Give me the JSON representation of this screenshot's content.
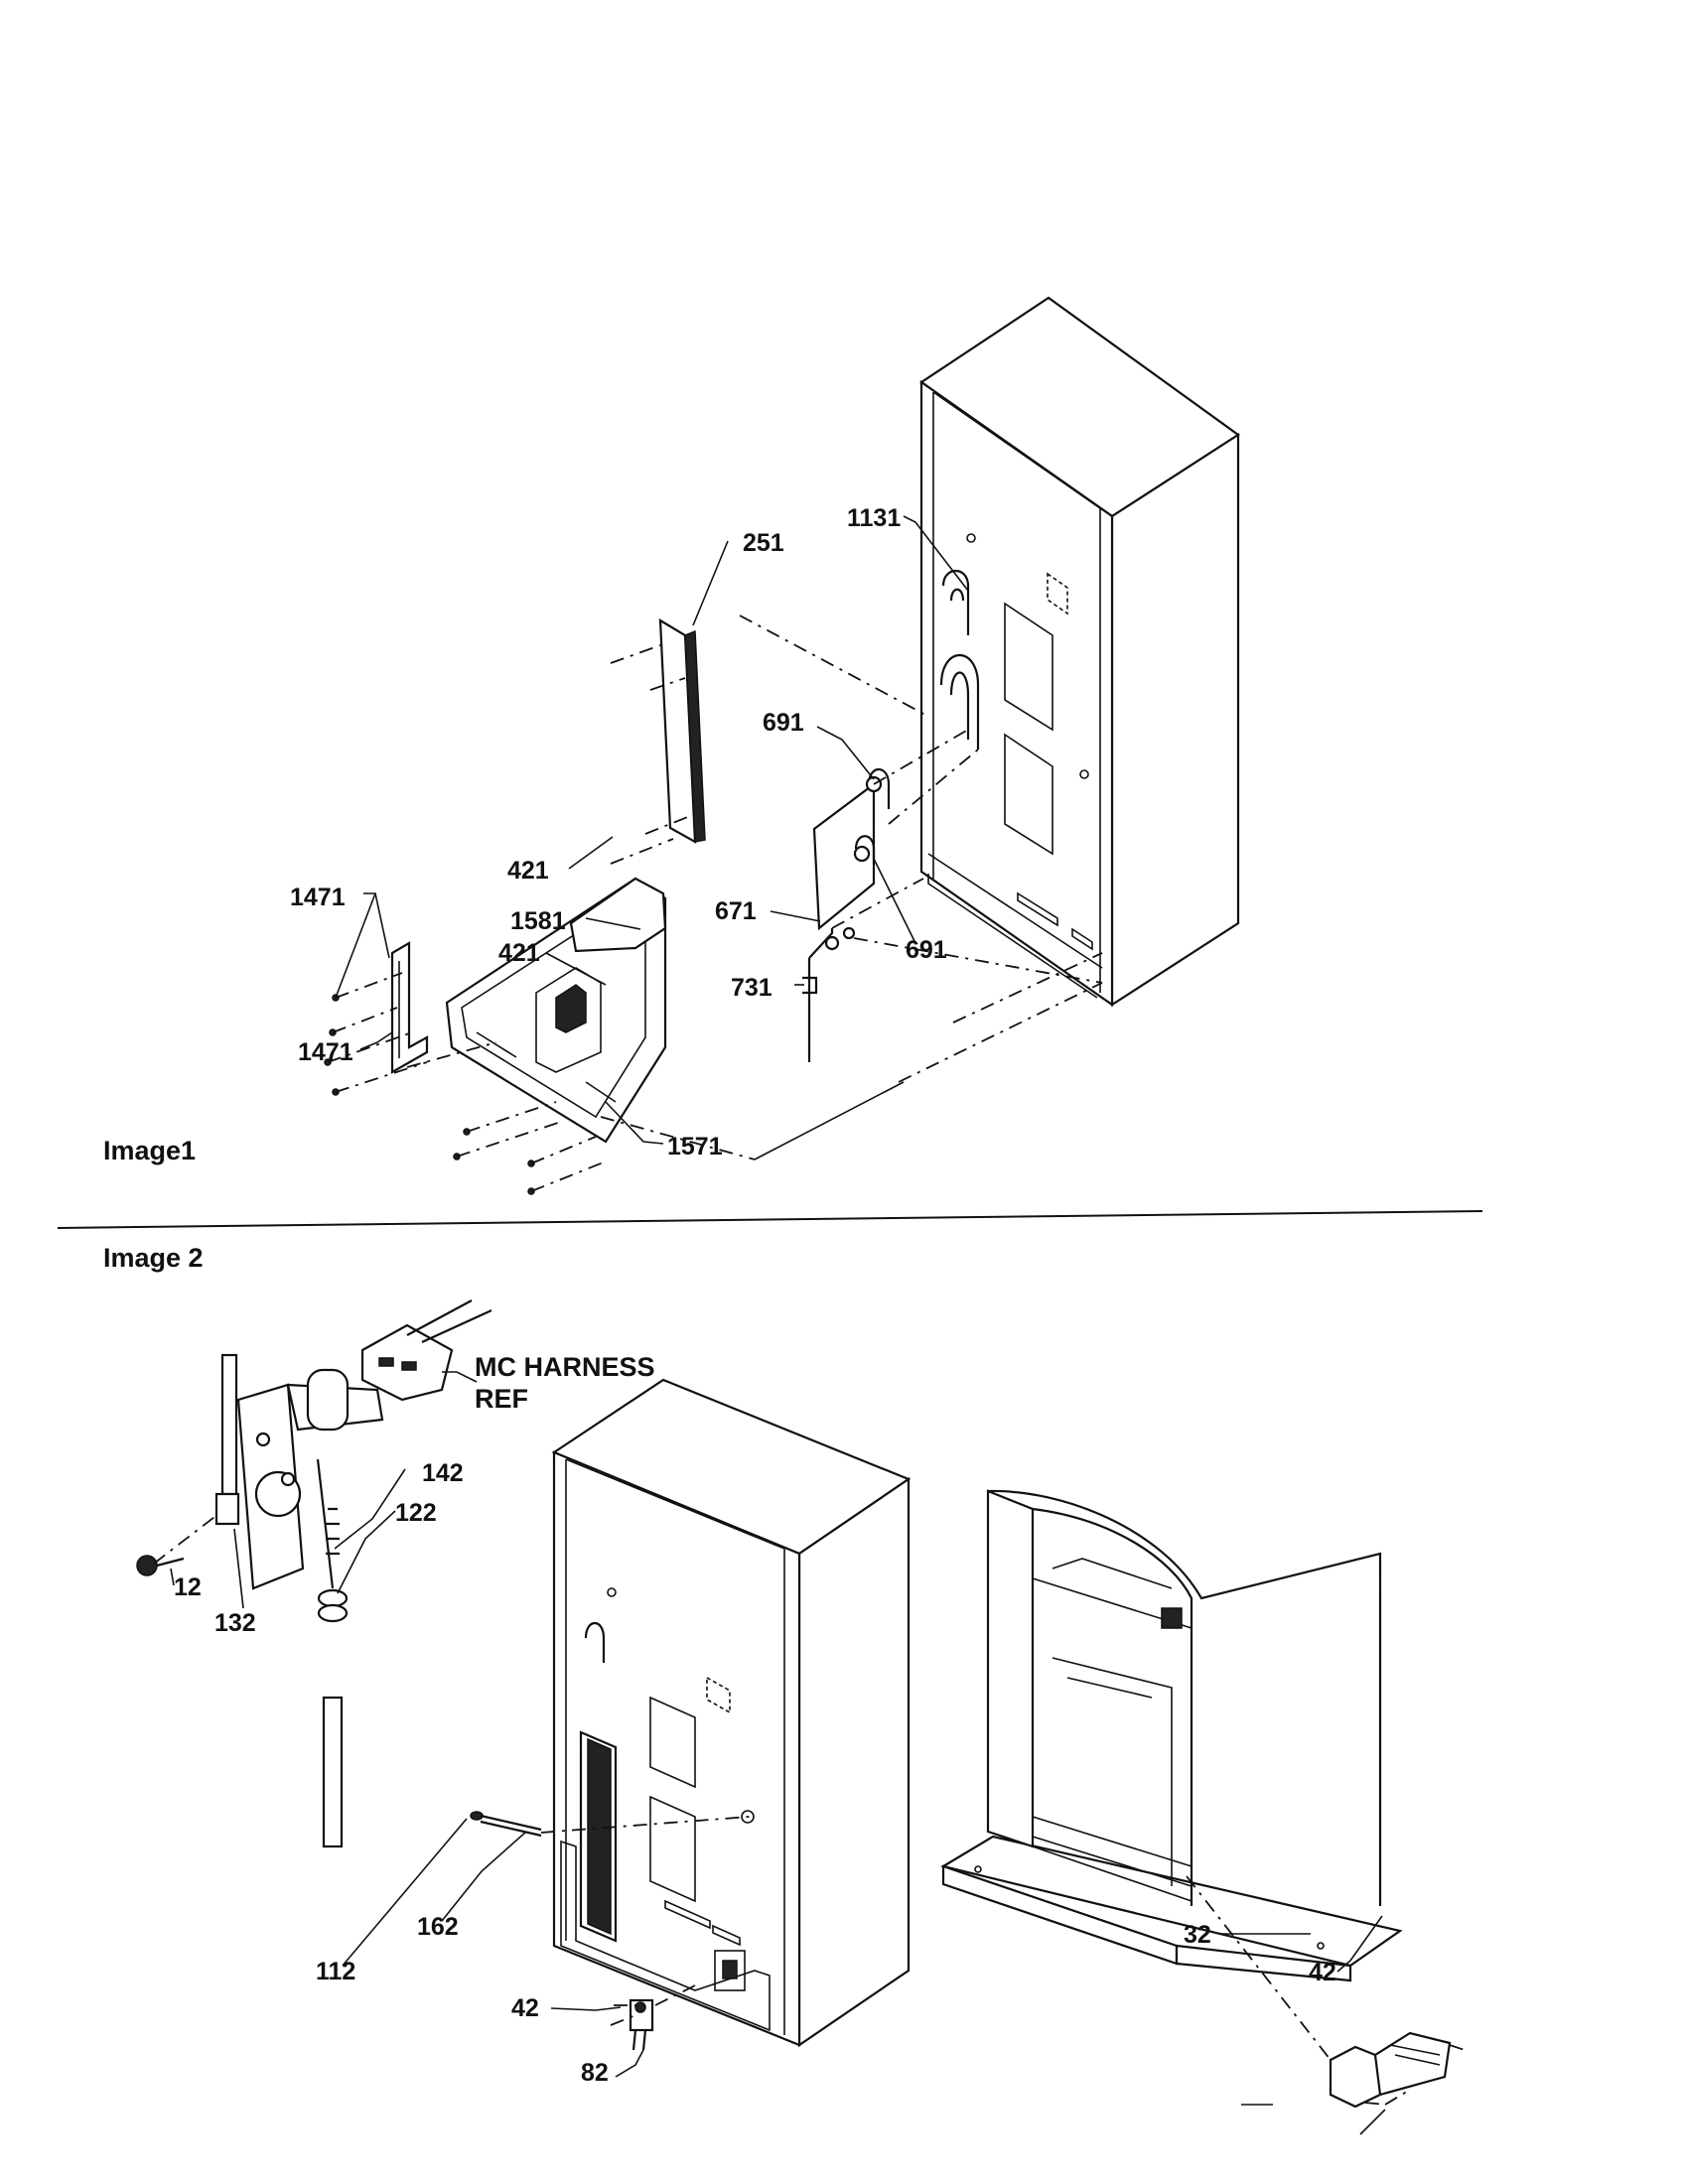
{
  "sections": {
    "image1": "Image1",
    "image2": "Image 2"
  },
  "callouts": {
    "c1131": "1131",
    "c251": "251",
    "c691a": "691",
    "c691b": "691",
    "c421a": "421",
    "c671": "671",
    "c1471a": "1471",
    "c1581": "1581",
    "c421b": "421",
    "c731": "731",
    "c1471b": "1471",
    "c1571": "1571",
    "c142": "142",
    "c122": "122",
    "c12": "12",
    "c132": "132",
    "c112": "112",
    "c162": "162",
    "c42a": "42",
    "c82": "82",
    "c32": "32",
    "c42b": "42"
  },
  "harness": {
    "line1": "MC HARNESS",
    "line2": "REF"
  }
}
